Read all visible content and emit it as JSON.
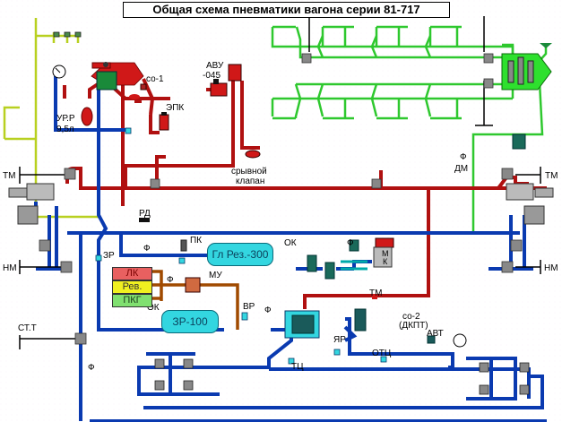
{
  "title": "Общая схема пневматики вагона  серии 81-717",
  "colors": {
    "brake_line": "#c81414",
    "feed_line": "#1c5ad6",
    "control_line": "#2ec82e",
    "aux_line": "#d07a20",
    "signal_line": "#b8d020",
    "tank_fill": "#33d6e0"
  },
  "labels": {
    "ur_r": "УР.Р",
    "ur_r_volume": "9,5л",
    "so1": "со-1",
    "epk": "ЭПК",
    "avu": "АВУ",
    "avu_num": "-045",
    "sryvnoy1": "срывной",
    "sryvnoy2": "клапан",
    "tm_left": "ТМ",
    "nm_left": "НМ",
    "tm_right": "ТМ",
    "nm_right": "НМ",
    "f_dm": "Ф",
    "dm": "ДМ",
    "rd": "РД",
    "zr": "ЗР",
    "pk": "ПК",
    "f1": "Ф",
    "f2": "Ф",
    "f3": "Ф",
    "f4": "Ф",
    "ok1": "ОК",
    "ok2": "ОК",
    "mu": "МУ",
    "vr": "ВР",
    "tm_mid": "ТМ",
    "yar": "ЯР",
    "otc": "ОТЦ",
    "so2": "со-2",
    "dkpt": "(ДКПТ)",
    "avt": "АВТ",
    "tc": "ТЦ",
    "st_t": "СТ.Т",
    "f_left": "Ф",
    "mk1": "М",
    "mk2": "К"
  },
  "tanks": {
    "main": "Гл Рез.-300",
    "spare": "ЗР-100"
  },
  "valve_boxes": {
    "lk": "ЛК",
    "rev": "Рев.",
    "pkg": "ПКГ"
  }
}
